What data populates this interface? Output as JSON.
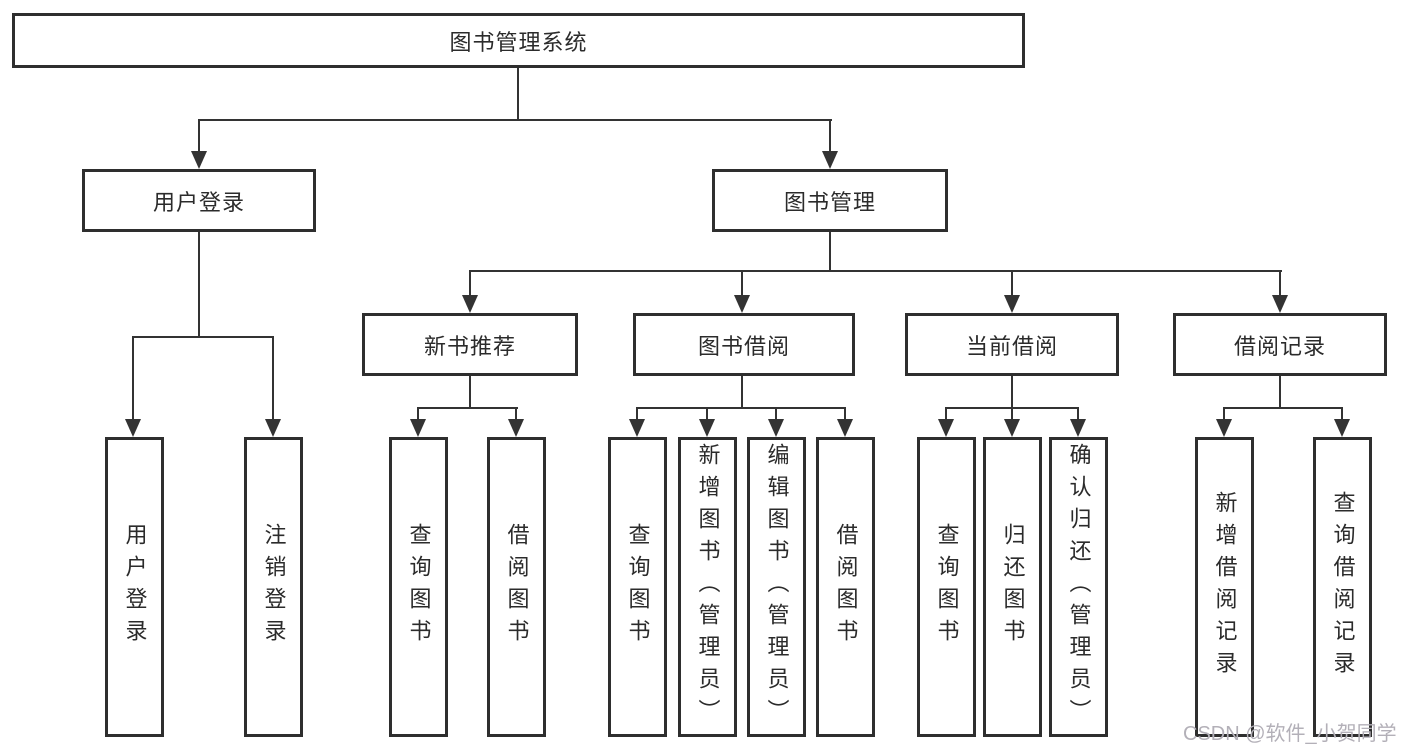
{
  "colors": {
    "line": "#333333",
    "box_border": "#2e2e2e",
    "text": "#2b2b2b",
    "background": "#ffffff",
    "watermark": "#b3b0b8"
  },
  "watermark": "CSDN @软件_小贺同学",
  "tree": {
    "root": {
      "label": "图书管理系统",
      "children": [
        {
          "label": "用户登录",
          "children": [
            {
              "label": "用户登录"
            },
            {
              "label": "注销登录"
            }
          ]
        },
        {
          "label": "图书管理",
          "children": [
            {
              "label": "新书推荐",
              "children": [
                {
                  "label": "查询图书"
                },
                {
                  "label": "借阅图书"
                }
              ]
            },
            {
              "label": "图书借阅",
              "children": [
                {
                  "label": "查询图书"
                },
                {
                  "label": "新增图书（管理员）"
                },
                {
                  "label": "编辑图书（管理员）"
                },
                {
                  "label": "借阅图书"
                }
              ]
            },
            {
              "label": "当前借阅",
              "children": [
                {
                  "label": "查询图书"
                },
                {
                  "label": "归还图书"
                },
                {
                  "label": "确认归还（管理员）"
                }
              ]
            },
            {
              "label": "借阅记录",
              "children": [
                {
                  "label": "新增借阅记录"
                },
                {
                  "label": "查询借阅记录"
                }
              ]
            }
          ]
        }
      ]
    }
  }
}
